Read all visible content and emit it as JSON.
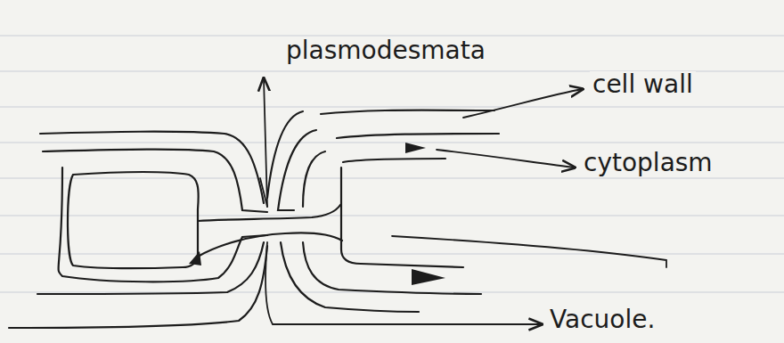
{
  "diagram": {
    "labels": [
      "plasmodesmata",
      "cell wall",
      "cytoplasm",
      "Vacuole."
    ]
  }
}
